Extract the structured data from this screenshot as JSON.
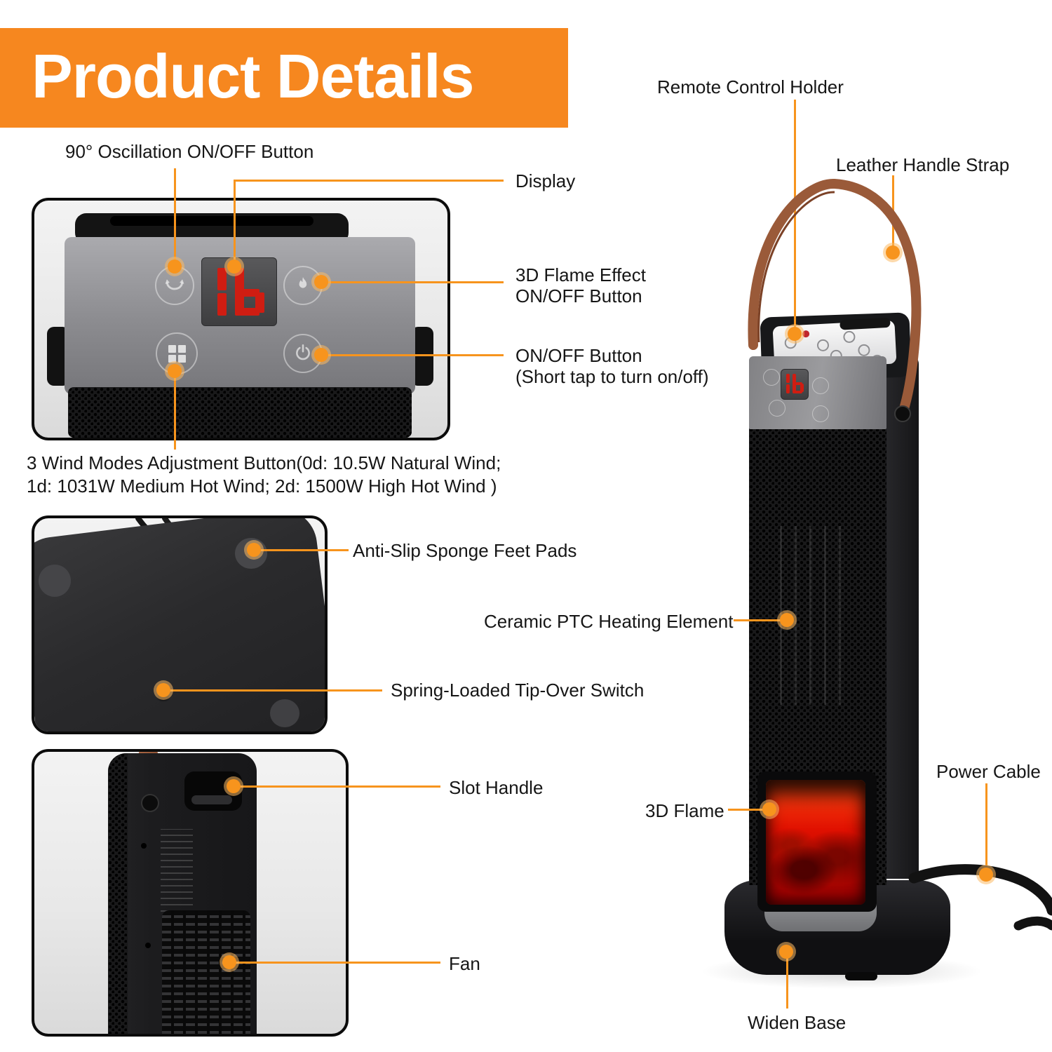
{
  "page": {
    "title": "Product Details"
  },
  "colors": {
    "banner_orange": "#F6871F",
    "callout_orange": "#F7941D",
    "led_red": "#CF1D12",
    "strap_brown": "#9A5A39",
    "flame_red": "#E01000"
  },
  "display": {
    "value": "1b"
  },
  "icons": {
    "oscillation": "rotate-arrows-icon",
    "flame": "flame-icon",
    "wind_modes": "grid-icon",
    "power": "power-icon"
  },
  "labels": {
    "oscillation": "90° Oscillation ON/OFF Button",
    "display": "Display",
    "flame_line1": "3D Flame Effect",
    "flame_line2": "ON/OFF Button",
    "power_line1": "ON/OFF Button",
    "power_line2": "(Short tap to turn on/off)",
    "wind_line1": "3 Wind Modes Adjustment Button(0d: 10.5W Natural Wind;",
    "wind_line2": "1d: 1031W Medium Hot Wind; 2d: 1500W High Hot Wind )",
    "remote": "Remote Control Holder",
    "strap": "Leather Handle Strap",
    "feet": "Anti-Slip Sponge Feet Pads",
    "ceramic": "Ceramic PTC Heating Element",
    "tipover": "Spring-Loaded Tip-Over Switch",
    "slot": "Slot Handle",
    "fan": "Fan",
    "flame3d": "3D Flame",
    "cable": "Power Cable",
    "base": "Widen Base"
  }
}
